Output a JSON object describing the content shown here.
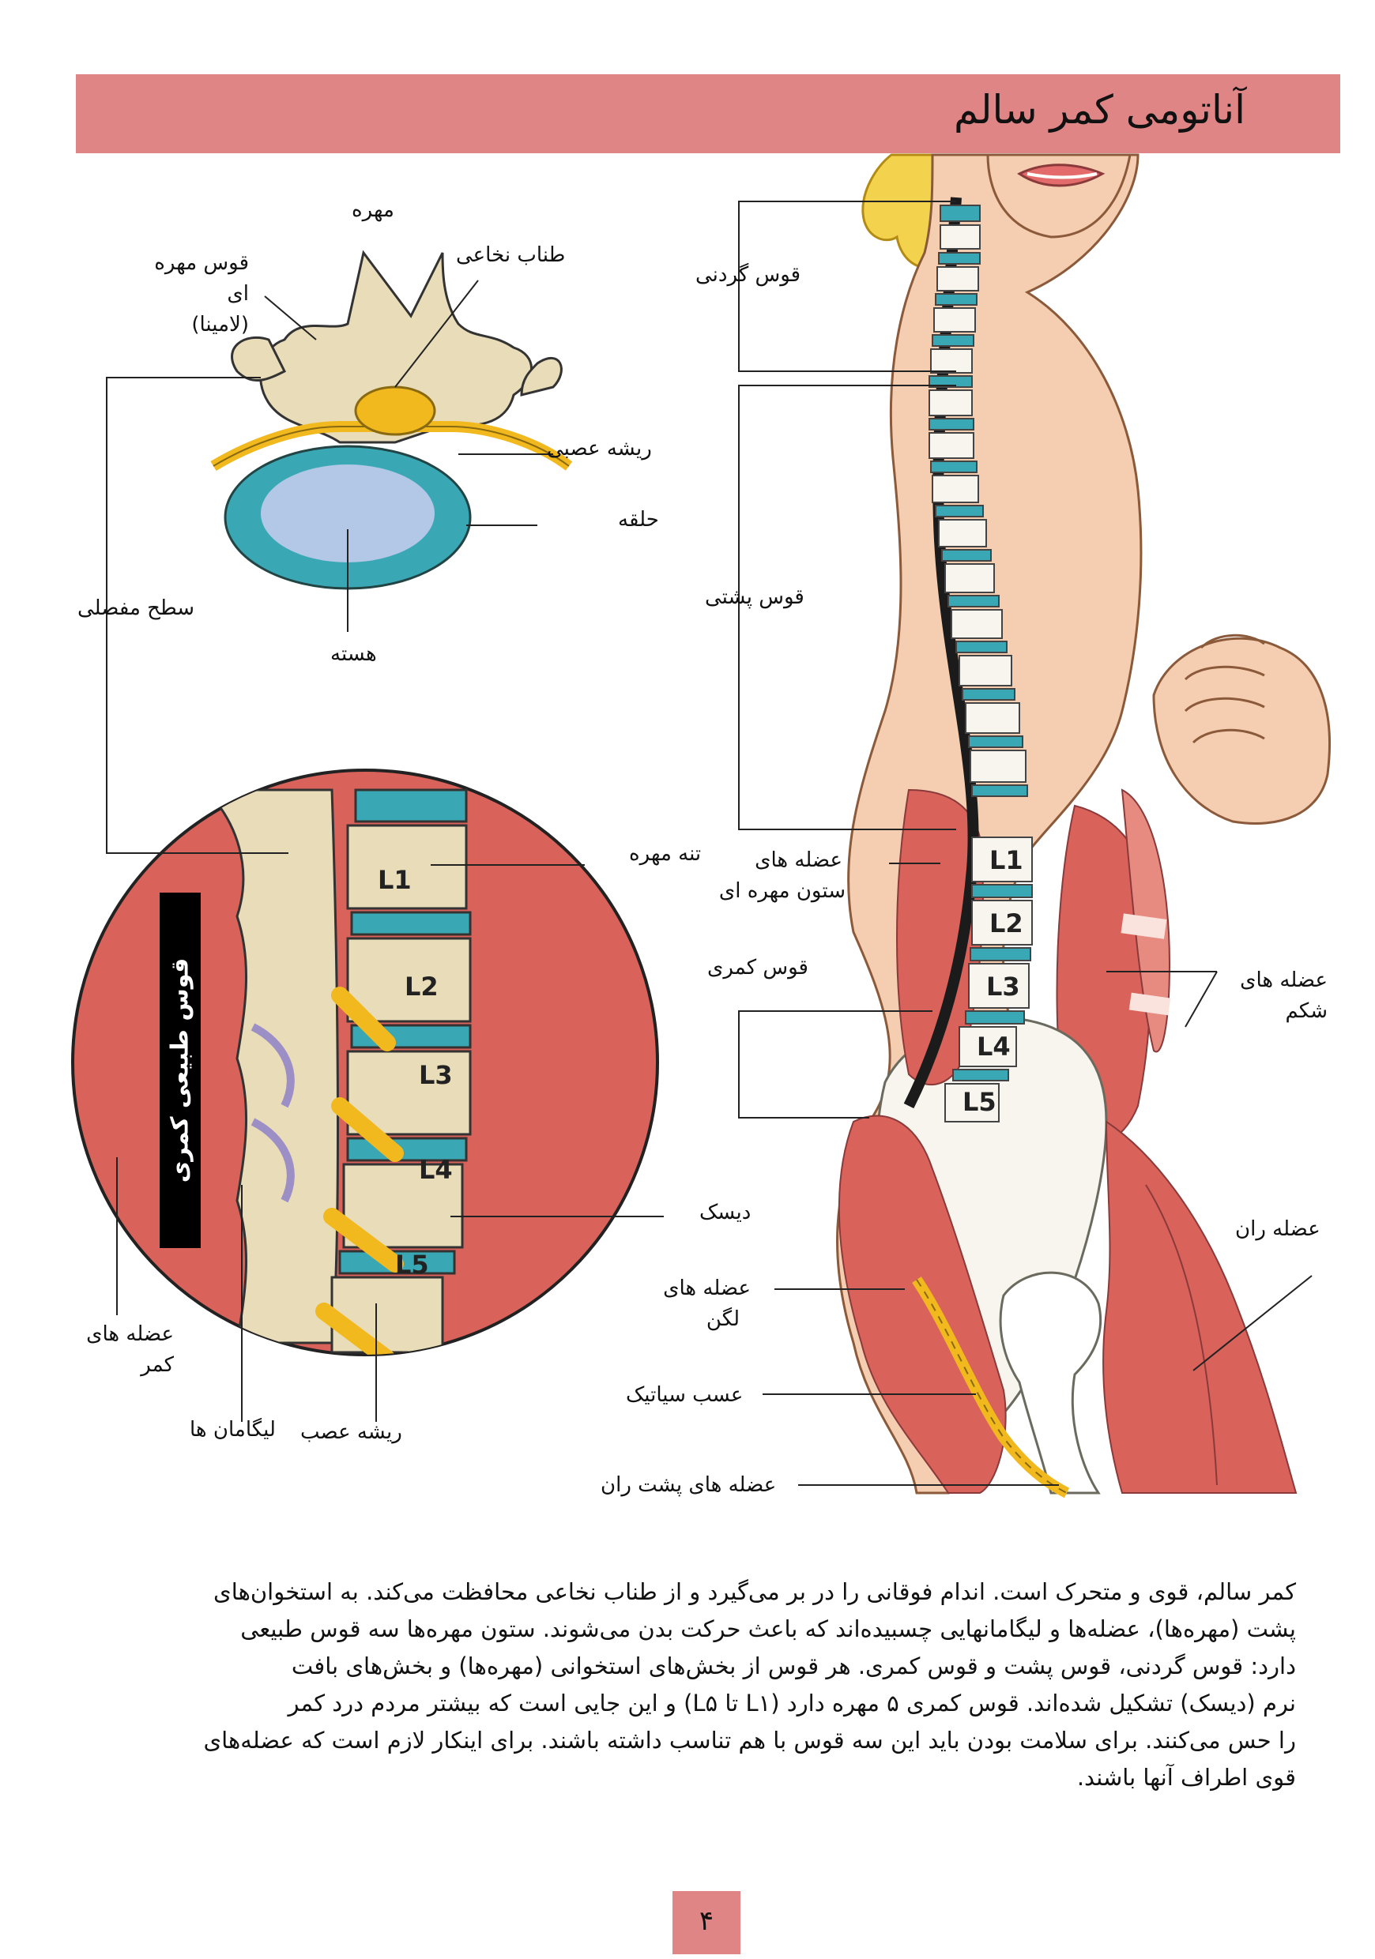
{
  "header": {
    "title": "آناتومی کمر سالم"
  },
  "vertebra_labels": {
    "title": "مهره",
    "lamina_line1": "قوس مهره ای",
    "lamina_line2": "(لامینا)",
    "spinal_cord": "طناب نخاعی",
    "nerve_root": "ریشه عصبی",
    "ring": "حلقه",
    "facet": "سطح مفصلی",
    "nucleus": "هسته"
  },
  "spine_labels": {
    "cervical": "قوس گردنی",
    "thoracic": "قوس پشتی",
    "vertebral_body": "تنه مهره",
    "paraspinal_line1": "عضله های",
    "paraspinal_line2": "ستون مهره ای",
    "lumbar": "قوس کمری",
    "abdominal_line1": "عضله های",
    "abdominal_line2": "شکم",
    "disc": "دیسک",
    "thigh_muscle": "عضله ران",
    "pelvic_line1": "عضله های",
    "pelvic_line2": "لگن",
    "sciatic": "عسب سیاتیک",
    "hamstrings": "عضله های پشت ران"
  },
  "zoom_labels": {
    "lumbar_curve": "قوس طبیعی کمری",
    "back_muscles_line1": "عضله های",
    "back_muscles_line2": "کمر",
    "ligaments": "لیگامان ها",
    "nerve_root": "ریشه عصب"
  },
  "vertebrae": {
    "zoom": [
      "L1",
      "L2",
      "L3",
      "L4",
      "L5"
    ],
    "side": [
      "L1",
      "L2",
      "L3",
      "L4",
      "L5"
    ]
  },
  "body_text": [
    "کمر سالم، قوی و متحرک است. اندام فوقانی را در بر می‌گیرد و از طناب نخاعی محافظت می‌کند. به استخوان‌های",
    "پشت (مهره‌ها)، عضله‌ها و لیگامانهایی چسبیده‌اند که باعث حرکت بدن می‌شوند. ستون مهره‌ها سه قوس طبیعی",
    "دارد: قوس گردنی، قوس پشت و قوس کمری. هر قوس از بخش‌های استخوانی (مهره‌ها) و بخش‌های بافت",
    "نرم (دیسک) تشکیل شده‌اند. قوس کمری ۵ مهره دارد (L۱ تا L۵) و این جایی است که بیشتر مردم درد کمر",
    "را حس می‌کنند. برای سلامت بودن باید این سه قوس با هم تناسب داشته باشند. برای اینکار لازم است که عضله‌های",
    "قوی اطراف آنها باشند."
  ],
  "page_number": "۴",
  "colors": {
    "header": "#e08585",
    "disc": "#3aa8b4",
    "bone": "#e9dcb8",
    "muscle": "#d9625a",
    "skin": "#f5cdb0",
    "nerve": "#f1b91e",
    "hair": "#f3d24e"
  }
}
